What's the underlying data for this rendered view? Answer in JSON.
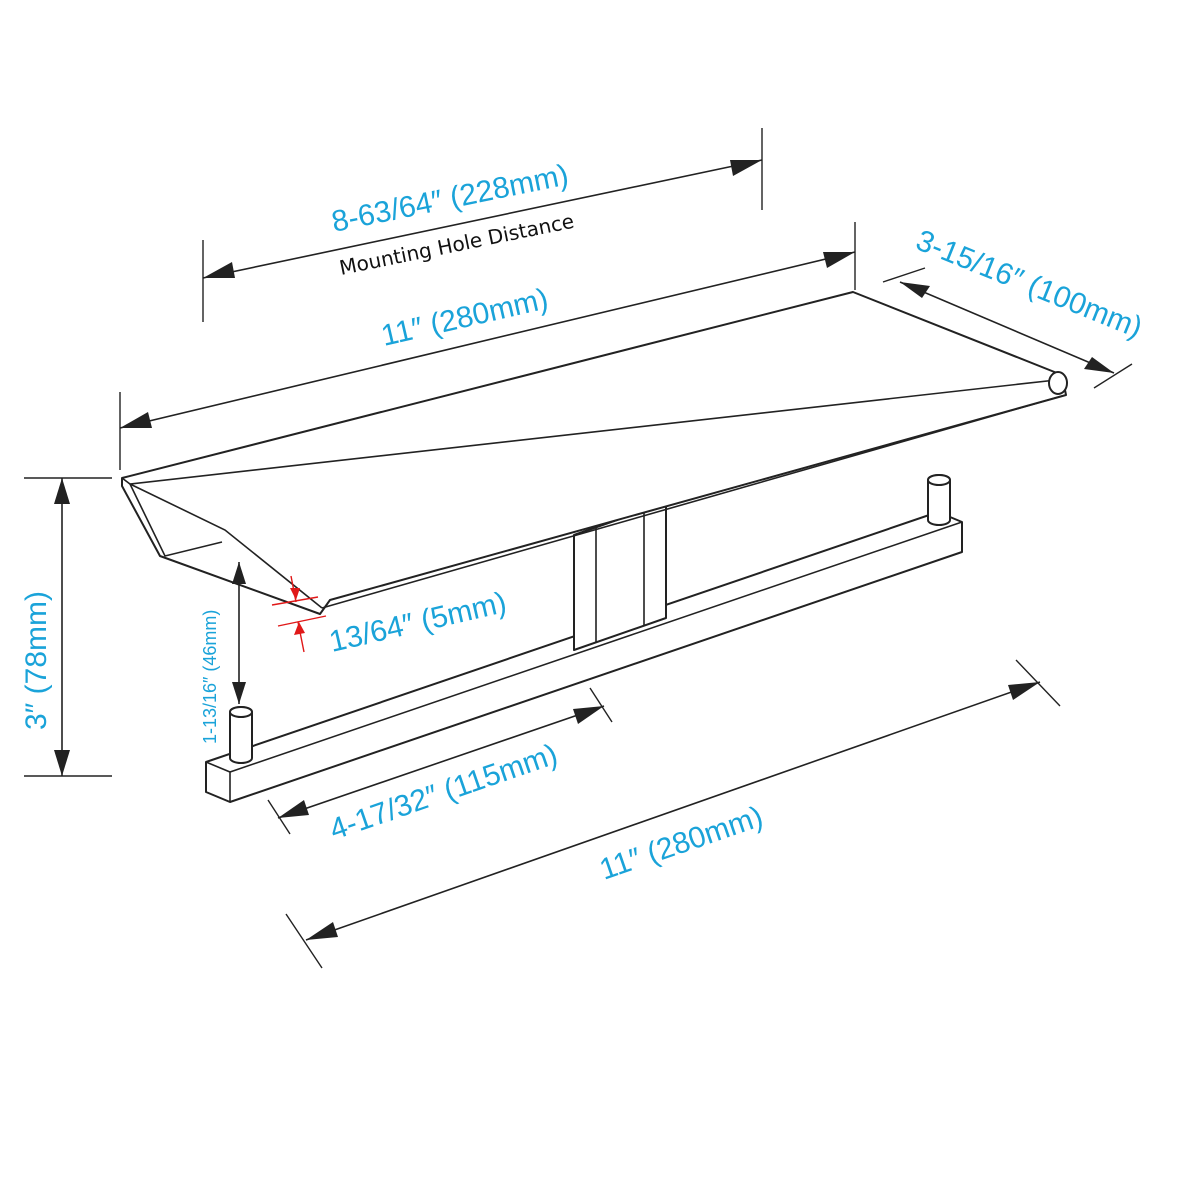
{
  "labels": {
    "mounting_distance": "8-63/64″ (228mm)",
    "mounting_note": "Mounting Hole Distance",
    "shelf_width": "11″ (280mm)",
    "depth": "3-15/16″ (100mm)",
    "height": "3″ (78mm)",
    "clearance": "1-13/16″ (46mm)",
    "thickness": "13/64″ (5mm)",
    "bar_length": "4-17/32″ (115mm)",
    "base_width": "11″ (280mm)"
  },
  "colors": {
    "dimension_text": "#1aa3d9",
    "line": "#222222",
    "thickness_marker": "#e01818"
  }
}
